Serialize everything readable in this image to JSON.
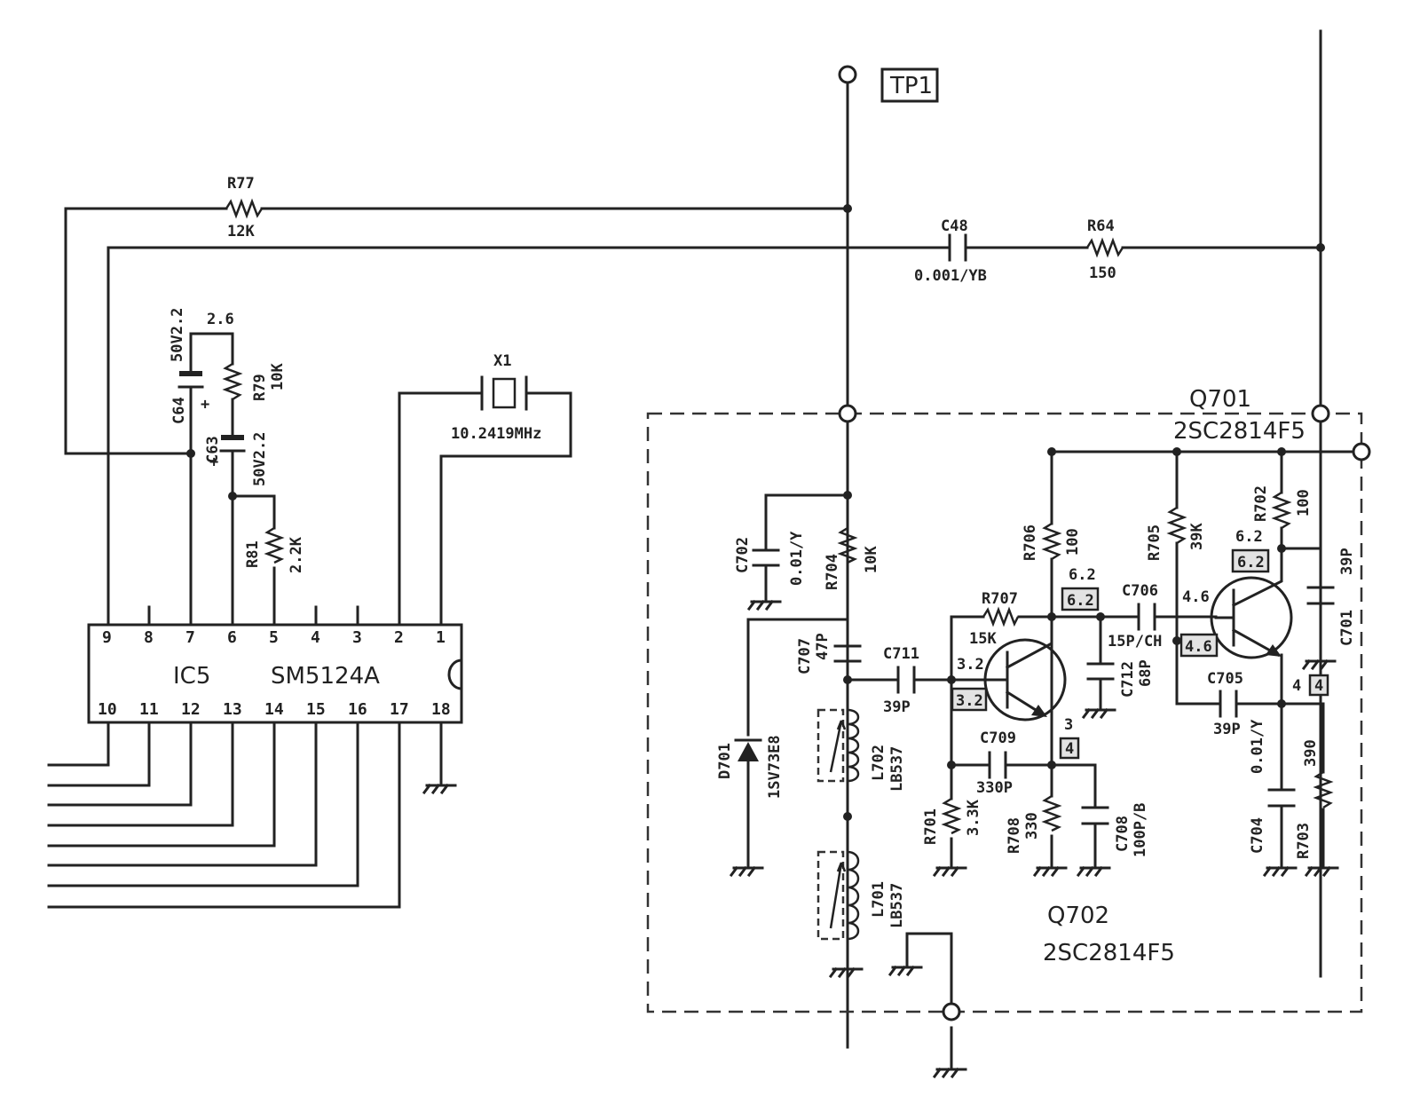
{
  "labels": {
    "tp1": "TP1",
    "r77": "R77",
    "r77v": "12K",
    "c48": "C48",
    "c48v": "0.001/YB",
    "r64": "R64",
    "r64v": "150",
    "v26": "2.6",
    "c64": "C64",
    "c64v": "50V2.2",
    "c63": "C63",
    "c63v": "50V2.2",
    "r79": "R79",
    "r79v": "10K",
    "r81": "R81",
    "r81v": "2.2K",
    "x1": "X1",
    "x1v": "10.2419MHz",
    "ic_name": "IC5",
    "ic_part": "SM5124A",
    "q701": "Q701",
    "q701v": "2SC2814F5",
    "q702": "Q702",
    "q702v": "2SC2814F5",
    "c702": "C702",
    "c702v": "0.01/Y",
    "r704": "R704",
    "r704v": "10K",
    "c707": "C707",
    "c707v": "47P",
    "c711": "C711",
    "c711v": "39P",
    "d701": "D701",
    "d701v": "1SV73E8",
    "l702": "L702",
    "l702v": "LB537",
    "l701": "L701",
    "l701v": "LB537",
    "r706": "R706",
    "r706v": "100",
    "r707": "R707",
    "r707v": "15K",
    "r705": "R705",
    "r705v": "39K",
    "r702": "R702",
    "r702v": "100",
    "c706": "C706",
    "c706v": "15P/CH",
    "c712": "C712",
    "c712v": "68P",
    "c709": "C709",
    "c709v": "330P",
    "r701": "R701",
    "r701v": "3.3K",
    "r708": "R708",
    "r708v": "330",
    "c708": "C708",
    "c708v": "100P/B",
    "c705": "C705",
    "c705v": "39P",
    "c701": "C701",
    "c701v": "39P",
    "c704": "C704",
    "c704v": "0.01/Y",
    "r703": "R703",
    "r703v": "390",
    "v32": "3.2",
    "v32b": "3.2",
    "v62a": "6.2",
    "v62ab": "6.2",
    "v62b": "6.2",
    "v62bb": "6.2",
    "v46": "4.6",
    "v46b": "4.6",
    "v3": "3",
    "v4box": "4",
    "v4": "4",
    "v4b": "4"
  },
  "ic_pins_top": [
    "9",
    "8",
    "7",
    "6",
    "5",
    "4",
    "3",
    "2",
    "1"
  ],
  "ic_pins_bottom": [
    "10",
    "11",
    "12",
    "13",
    "14",
    "15",
    "16",
    "17",
    "18"
  ]
}
